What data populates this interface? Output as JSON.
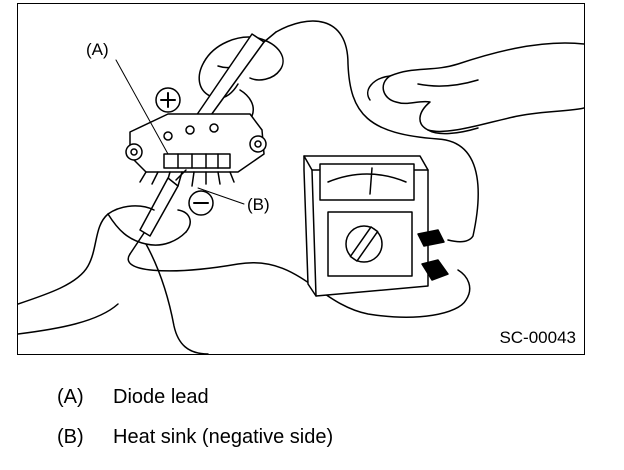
{
  "figure": {
    "id": "SC-00043",
    "callouts": {
      "a": "(A)",
      "b": "(B)"
    },
    "polarity": {
      "plus_icon": "plus-sign",
      "minus_icon": "minus-sign"
    }
  },
  "legend": [
    {
      "key": "(A)",
      "text": "Diode lead"
    },
    {
      "key": "(B)",
      "text": "Heat sink (negative side)"
    }
  ]
}
